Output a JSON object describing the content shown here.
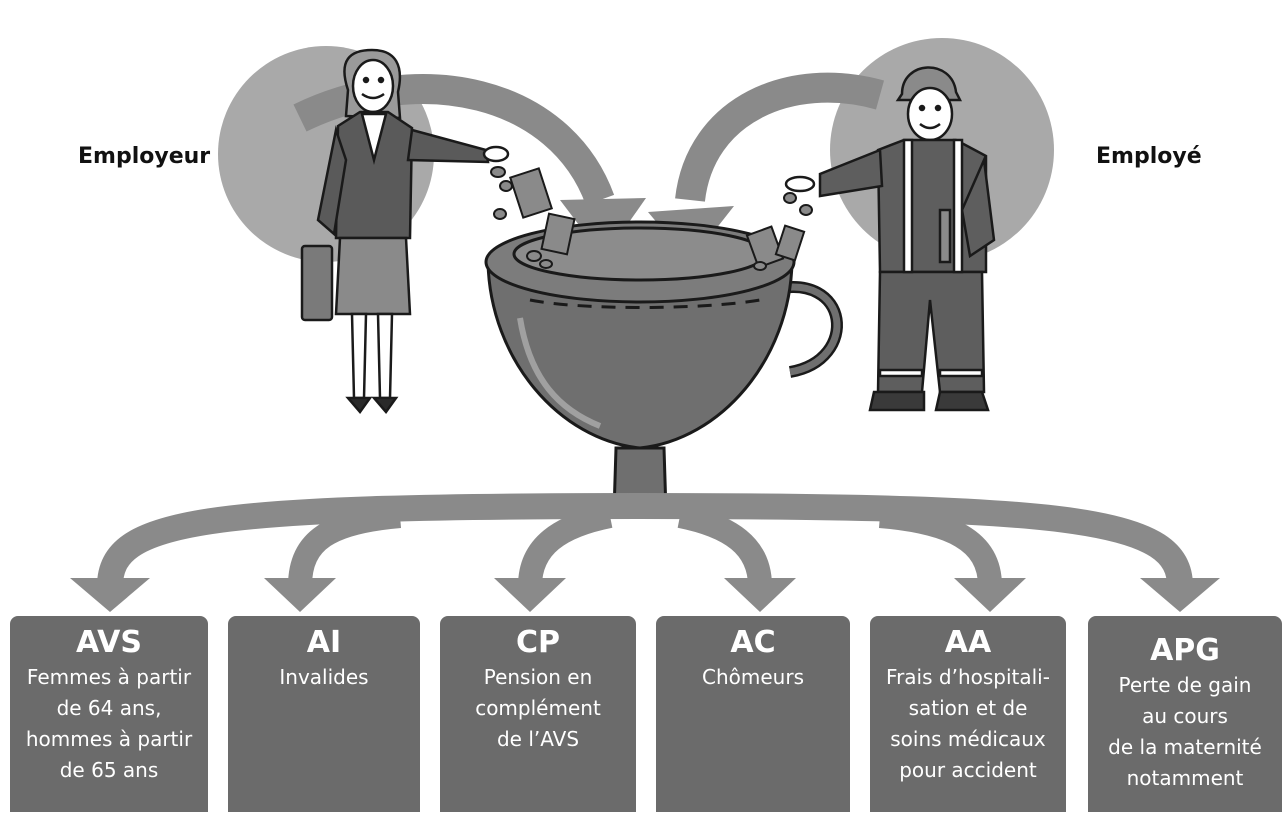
{
  "actors": {
    "employer": "Employeur",
    "employee": "Employé"
  },
  "boxes": [
    {
      "code": "AVS",
      "desc": "Femmes à partir\nde 64 ans,\nhommes à partir\nde 65 ans"
    },
    {
      "code": "AI",
      "desc": "Invalides"
    },
    {
      "code": "CP",
      "desc": "Pension en\ncomplément\nde l’AVS"
    },
    {
      "code": "AC",
      "desc": "Chômeurs"
    },
    {
      "code": "AA",
      "desc": "Frais d’hospitali-\nsation et de\nsoins médicaux\npour accident"
    },
    {
      "code": "APG",
      "desc": "Perte de gain\nau cours\nde la maternité\nnotamment"
    }
  ],
  "colors": {
    "circle": "#a9a9a9",
    "arrow": "#8a8a8a",
    "funnel": "#6f6f6f",
    "box": "#6b6b6b",
    "outline": "#1a1a1a"
  }
}
